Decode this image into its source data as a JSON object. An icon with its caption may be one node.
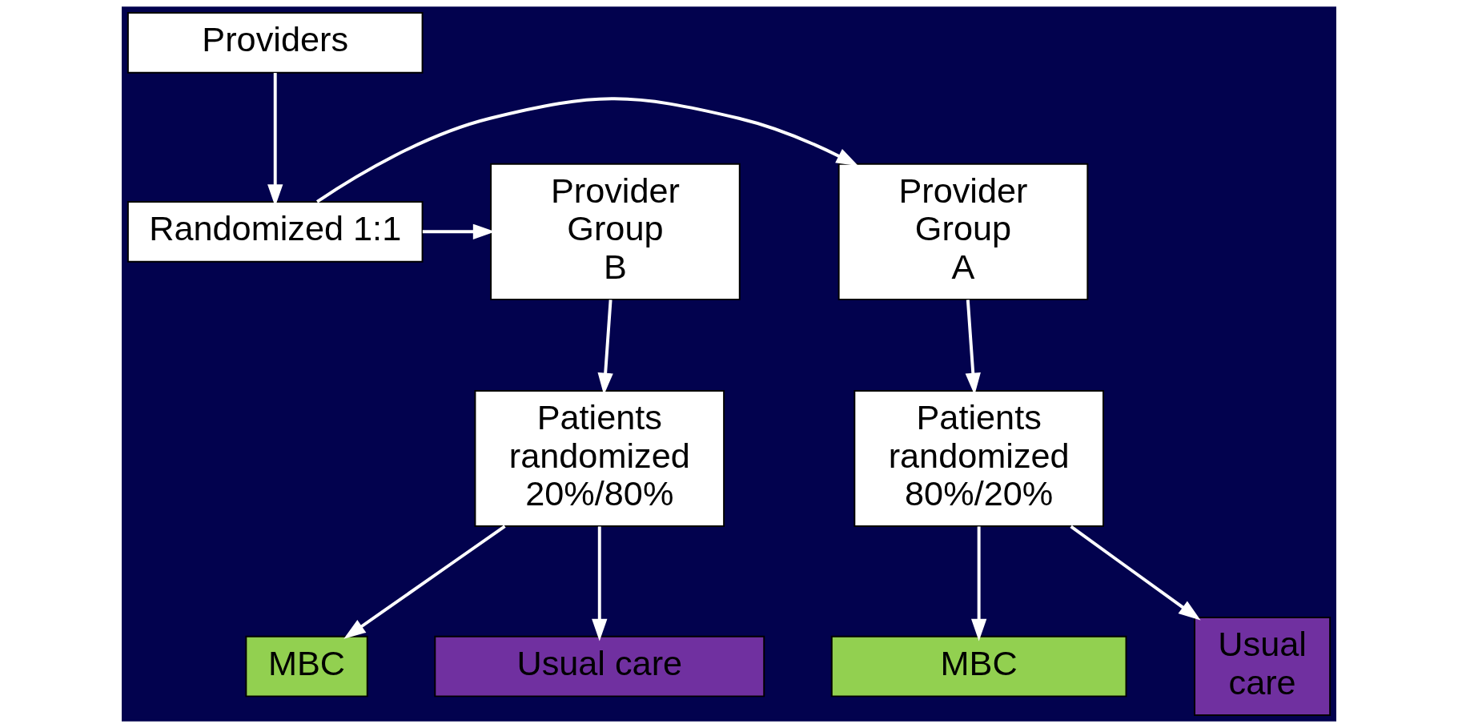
{
  "diagram": {
    "nodes": [
      {
        "text": [
          "Providers"
        ]
      },
      {
        "text": [
          "Randomized 1:1"
        ]
      },
      {
        "text": [
          "Provider Group A"
        ]
      },
      {
        "text": [
          "Provider Group B"
        ]
      },
      {
        "text": [
          "Patients randomized 80%/20%"
        ]
      },
      {
        "text": [
          "Patients randomized 20%/80%"
        ]
      },
      {
        "text": [
          "MBC"
        ]
      },
      {
        "text": [
          "Usual care"
        ]
      },
      {
        "text": [
          "MBC"
        ]
      },
      {
        "text": [
          "Usual care"
        ]
      }
    ],
    "edges": [
      {
        "from": 0,
        "to": 1,
        "arrow": "to"
      },
      {
        "from": 1,
        "to": 2,
        "arrow": "to"
      },
      {
        "from": 1,
        "to": 3,
        "arrow": "to"
      },
      {
        "from": 2,
        "to": 4,
        "arrow": "to"
      },
      {
        "from": 3,
        "to": 5,
        "arrow": "to"
      },
      {
        "from": 4,
        "to": 6,
        "arrow": "to"
      },
      {
        "from": 4,
        "to": 7,
        "arrow": "to"
      },
      {
        "from": 5,
        "to": 8,
        "arrow": "to"
      },
      {
        "from": 5,
        "to": 9,
        "arrow": "to"
      }
    ]
  }
}
